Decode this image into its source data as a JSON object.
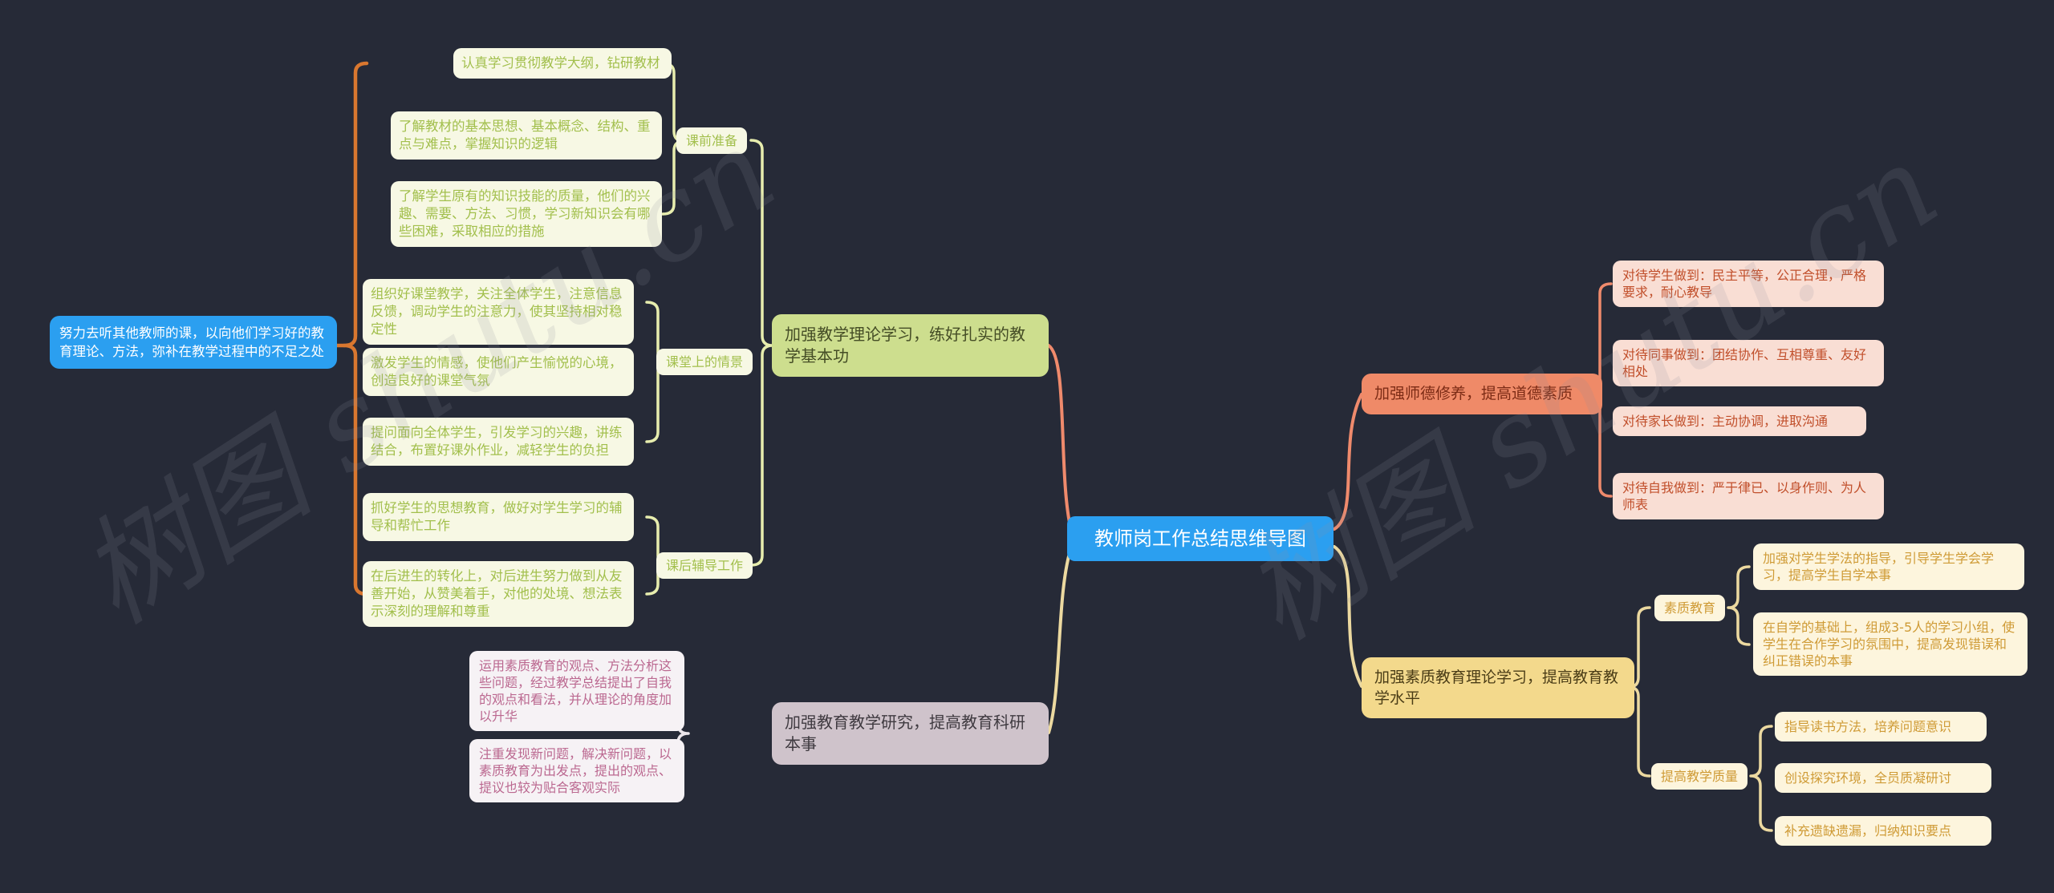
{
  "map": {
    "center": "教师岗工作总结思维导图",
    "watermark": "树图 shutu.cn",
    "colors": {
      "background": "#262a37",
      "center_blue": "#2b9ff0",
      "branch_green": "#cdde8e",
      "branch_mauve": "#cfc3cb",
      "branch_salmon": "#ef8a68",
      "branch_yellow": "#f3d98c",
      "summary_orange": "#d9772f"
    },
    "left_top": {
      "parent": "加强教学理论学习，练好扎实的教学基本功",
      "summary": "努力去听其他教师的课，以向他们学习好的教育理论、方法，弥补在教学过程中的不足之处",
      "groups": [
        {
          "label": "课前准备",
          "items": [
            "认真学习贯彻教学大纲，钻研教材",
            "了解教材的基本思想、基本概念、结构、重点与难点，掌握知识的逻辑",
            "了解学生原有的知识技能的质量，他们的兴趣、需要、方法、习惯，学习新知识会有哪些困难，采取相应的措施"
          ]
        },
        {
          "label": "课堂上的情景",
          "items": [
            "组织好课堂教学，关注全体学生，注意信息反馈，调动学生的注意力，使其坚持相对稳定性",
            "激发学生的情感，使他们产生愉悦的心境，创造良好的课堂气氛",
            "提问面向全体学生，引发学习的兴趣，讲练结合，布置好课外作业，减轻学生的负担"
          ]
        },
        {
          "label": "课后辅导工作",
          "items": [
            "抓好学生的思想教育，做好对学生学习的辅导和帮忙工作",
            "在后进生的转化上，对后进生努力做到从友善开始，从赞美着手，对他的处境、想法表示深刻的理解和尊重"
          ]
        }
      ]
    },
    "left_bottom": {
      "parent": "加强教育教学研究，提高教育科研本事",
      "items": [
        "运用素质教育的观点、方法分析这些问题，经过教学总结提出了自我的观点和看法，并从理论的角度加以升华",
        "注重发现新问题，解决新问题，以素质教育为出发点，提出的观点、提议也较为贴合客观实际"
      ]
    },
    "right_top": {
      "parent": "加强师德修养，提高道德素质",
      "items": [
        "对待学生做到：民主平等，公正合理，严格要求，耐心教导",
        "对待同事做到：团结协作、互相尊重、友好相处",
        "对待家长做到：主动协调，进取沟通",
        "对待自我做到：严于律已、以身作则、为人师表"
      ]
    },
    "right_bottom": {
      "parent": "加强素质教育理论学习，提高教育教学水平",
      "groups": [
        {
          "label": "素质教育",
          "items": [
            "加强对学生学法的指导，引导学生学会学习，提高学生自学本事",
            "在自学的基础上，组成3-5人的学习小组，使学生在合作学习的氛围中，提高发现错误和纠正错误的本事"
          ]
        },
        {
          "label": "提高教学质量",
          "items": [
            "指导读书方法，培养问题意识",
            "创设探究环境，全员质凝研讨",
            "补充遗缺遗漏，归纳知识要点"
          ]
        }
      ]
    }
  }
}
